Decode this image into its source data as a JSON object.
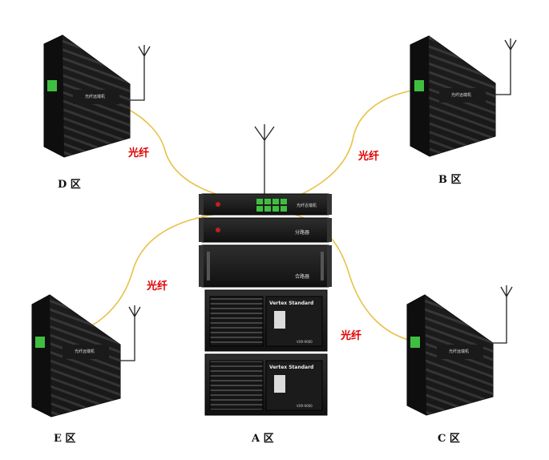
{
  "colors": {
    "fiber": "#e8c24a",
    "fiber_label": "#e00000",
    "device_dark": "#141414",
    "device_mid": "#2a2a2a",
    "port_green": "#3fbf3f"
  },
  "zones": {
    "d": "D 区",
    "b": "B 区",
    "e": "E 区",
    "c": "C 区",
    "a": "A 区"
  },
  "fiber_labels": {
    "upper_left": "光纤",
    "upper_right": "光纤",
    "lower_left": "光纤",
    "lower_right": "光纤"
  },
  "remote_units": {
    "label": "光纤远端机"
  },
  "rack": {
    "unit1_label": "光纤近端机",
    "unit2_label": "分路器",
    "unit3_label": "合路器",
    "repeater_brand": "Vertex Standard",
    "repeater_model_top": "VXR-9000",
    "repeater_model_bottom": "VXR-9000"
  },
  "icons": {
    "antenna": "antenna-icon"
  }
}
